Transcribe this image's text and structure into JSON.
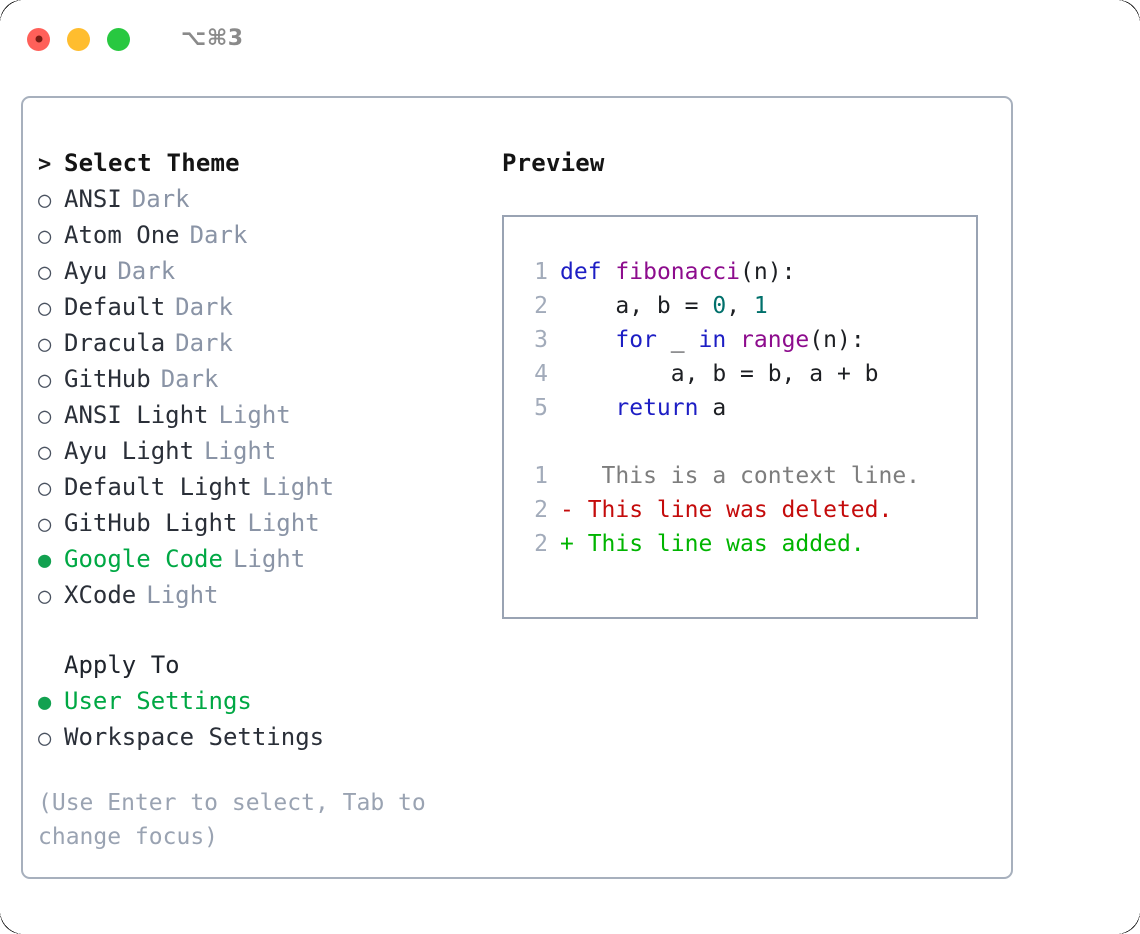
{
  "titlebar": {
    "shortcut": "⌥⌘3",
    "buttons": {
      "close": "close",
      "minimize": "minimize",
      "maximize": "maximize"
    }
  },
  "theme_picker": {
    "header_marker": ">",
    "header_label": "Select Theme",
    "unselected_marker": "○",
    "selected_marker": "●",
    "items": [
      {
        "name": "ANSI",
        "category": "Dark",
        "selected": false
      },
      {
        "name": "Atom One",
        "category": "Dark",
        "selected": false
      },
      {
        "name": "Ayu",
        "category": "Dark",
        "selected": false
      },
      {
        "name": "Default",
        "category": "Dark",
        "selected": false
      },
      {
        "name": "Dracula",
        "category": "Dark",
        "selected": false
      },
      {
        "name": "GitHub",
        "category": "Dark",
        "selected": false
      },
      {
        "name": "ANSI Light",
        "category": "Light",
        "selected": false
      },
      {
        "name": "Ayu Light",
        "category": "Light",
        "selected": false
      },
      {
        "name": "Default Light",
        "category": "Light",
        "selected": false
      },
      {
        "name": "GitHub Light",
        "category": "Light",
        "selected": false
      },
      {
        "name": "Google Code",
        "category": "Light",
        "selected": true
      },
      {
        "name": "XCode",
        "category": "Light",
        "selected": false
      }
    ]
  },
  "apply_to": {
    "header_label": "Apply To",
    "items": [
      {
        "name": "User Settings",
        "selected": true
      },
      {
        "name": "Workspace Settings",
        "selected": false
      }
    ]
  },
  "hint": {
    "text": "(Use Enter to select, Tab to change focus)"
  },
  "preview": {
    "label": "Preview",
    "code_lines": [
      {
        "lineno": "1",
        "tokens": [
          {
            "t": "def",
            "k": "kw"
          },
          {
            "t": " ",
            "k": "plain"
          },
          {
            "t": "fibonacci",
            "k": "fn"
          },
          {
            "t": "(n):",
            "k": "punc"
          }
        ]
      },
      {
        "lineno": "2",
        "tokens": [
          {
            "t": "    a, b = ",
            "k": "plain"
          },
          {
            "t": "0",
            "k": "num"
          },
          {
            "t": ", ",
            "k": "plain"
          },
          {
            "t": "1",
            "k": "num"
          }
        ]
      },
      {
        "lineno": "3",
        "tokens": [
          {
            "t": "    ",
            "k": "plain"
          },
          {
            "t": "for",
            "k": "kw"
          },
          {
            "t": " _ ",
            "k": "plain"
          },
          {
            "t": "in",
            "k": "kw"
          },
          {
            "t": " ",
            "k": "plain"
          },
          {
            "t": "range",
            "k": "fn"
          },
          {
            "t": "(n):",
            "k": "punc"
          }
        ]
      },
      {
        "lineno": "4",
        "tokens": [
          {
            "t": "        a, b = b, a + b",
            "k": "plain"
          }
        ]
      },
      {
        "lineno": "5",
        "tokens": [
          {
            "t": "    ",
            "k": "plain"
          },
          {
            "t": "return",
            "k": "kw"
          },
          {
            "t": " a",
            "k": "plain"
          }
        ]
      }
    ],
    "diff_lines": [
      {
        "lineno": "1",
        "marker": " ",
        "text": "  This is a context line.",
        "kind": "ctx"
      },
      {
        "lineno": "2",
        "marker": "-",
        "text": " This line was deleted.",
        "kind": "del"
      },
      {
        "lineno": "2",
        "marker": "+",
        "text": " This line was added.",
        "kind": "add"
      }
    ]
  },
  "colors": {
    "accent_green": "#00a844",
    "muted": "#8a94a6",
    "border": "#a7b0bd",
    "preview_border": "#99a3b3",
    "keyword": "#1d1ec4",
    "function": "#8d0c8d",
    "number": "#00706b",
    "diff_add": "#00b400",
    "diff_del": "#c40b0b",
    "traffic_red": "#ff6059",
    "traffic_yellow": "#ffbd2e",
    "traffic_green": "#28c840"
  }
}
